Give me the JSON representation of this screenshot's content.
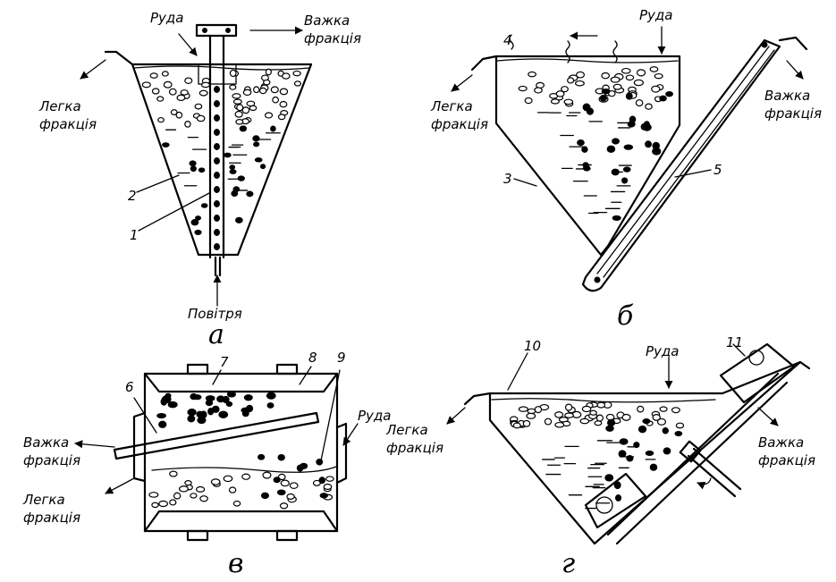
{
  "panels": {
    "a": {
      "letter": "а",
      "ore": "Руда",
      "heavy": [
        "Важка",
        "фракція"
      ],
      "light": [
        "Легка",
        "фракція"
      ],
      "air": "Повітря",
      "num1": "1",
      "num2": "2"
    },
    "b": {
      "letter": "б",
      "ore": "Руда",
      "heavy": [
        "Важка",
        "фракція"
      ],
      "light": [
        "Легка",
        "фракція"
      ],
      "num3": "3",
      "num4": "4",
      "num5": "5"
    },
    "v": {
      "letter": "в",
      "ore": "Руда",
      "heavy": [
        "Важка",
        "фракція"
      ],
      "light": [
        "Легка",
        "фракція"
      ],
      "num6": "6",
      "num7": "7",
      "num8": "8",
      "num9": "9"
    },
    "g": {
      "letter": "г",
      "ore": "Руда",
      "heavy": [
        "Важка",
        "фракція"
      ],
      "light": [
        "Легка",
        "фракція"
      ],
      "num10": "10",
      "num11": "11"
    }
  }
}
